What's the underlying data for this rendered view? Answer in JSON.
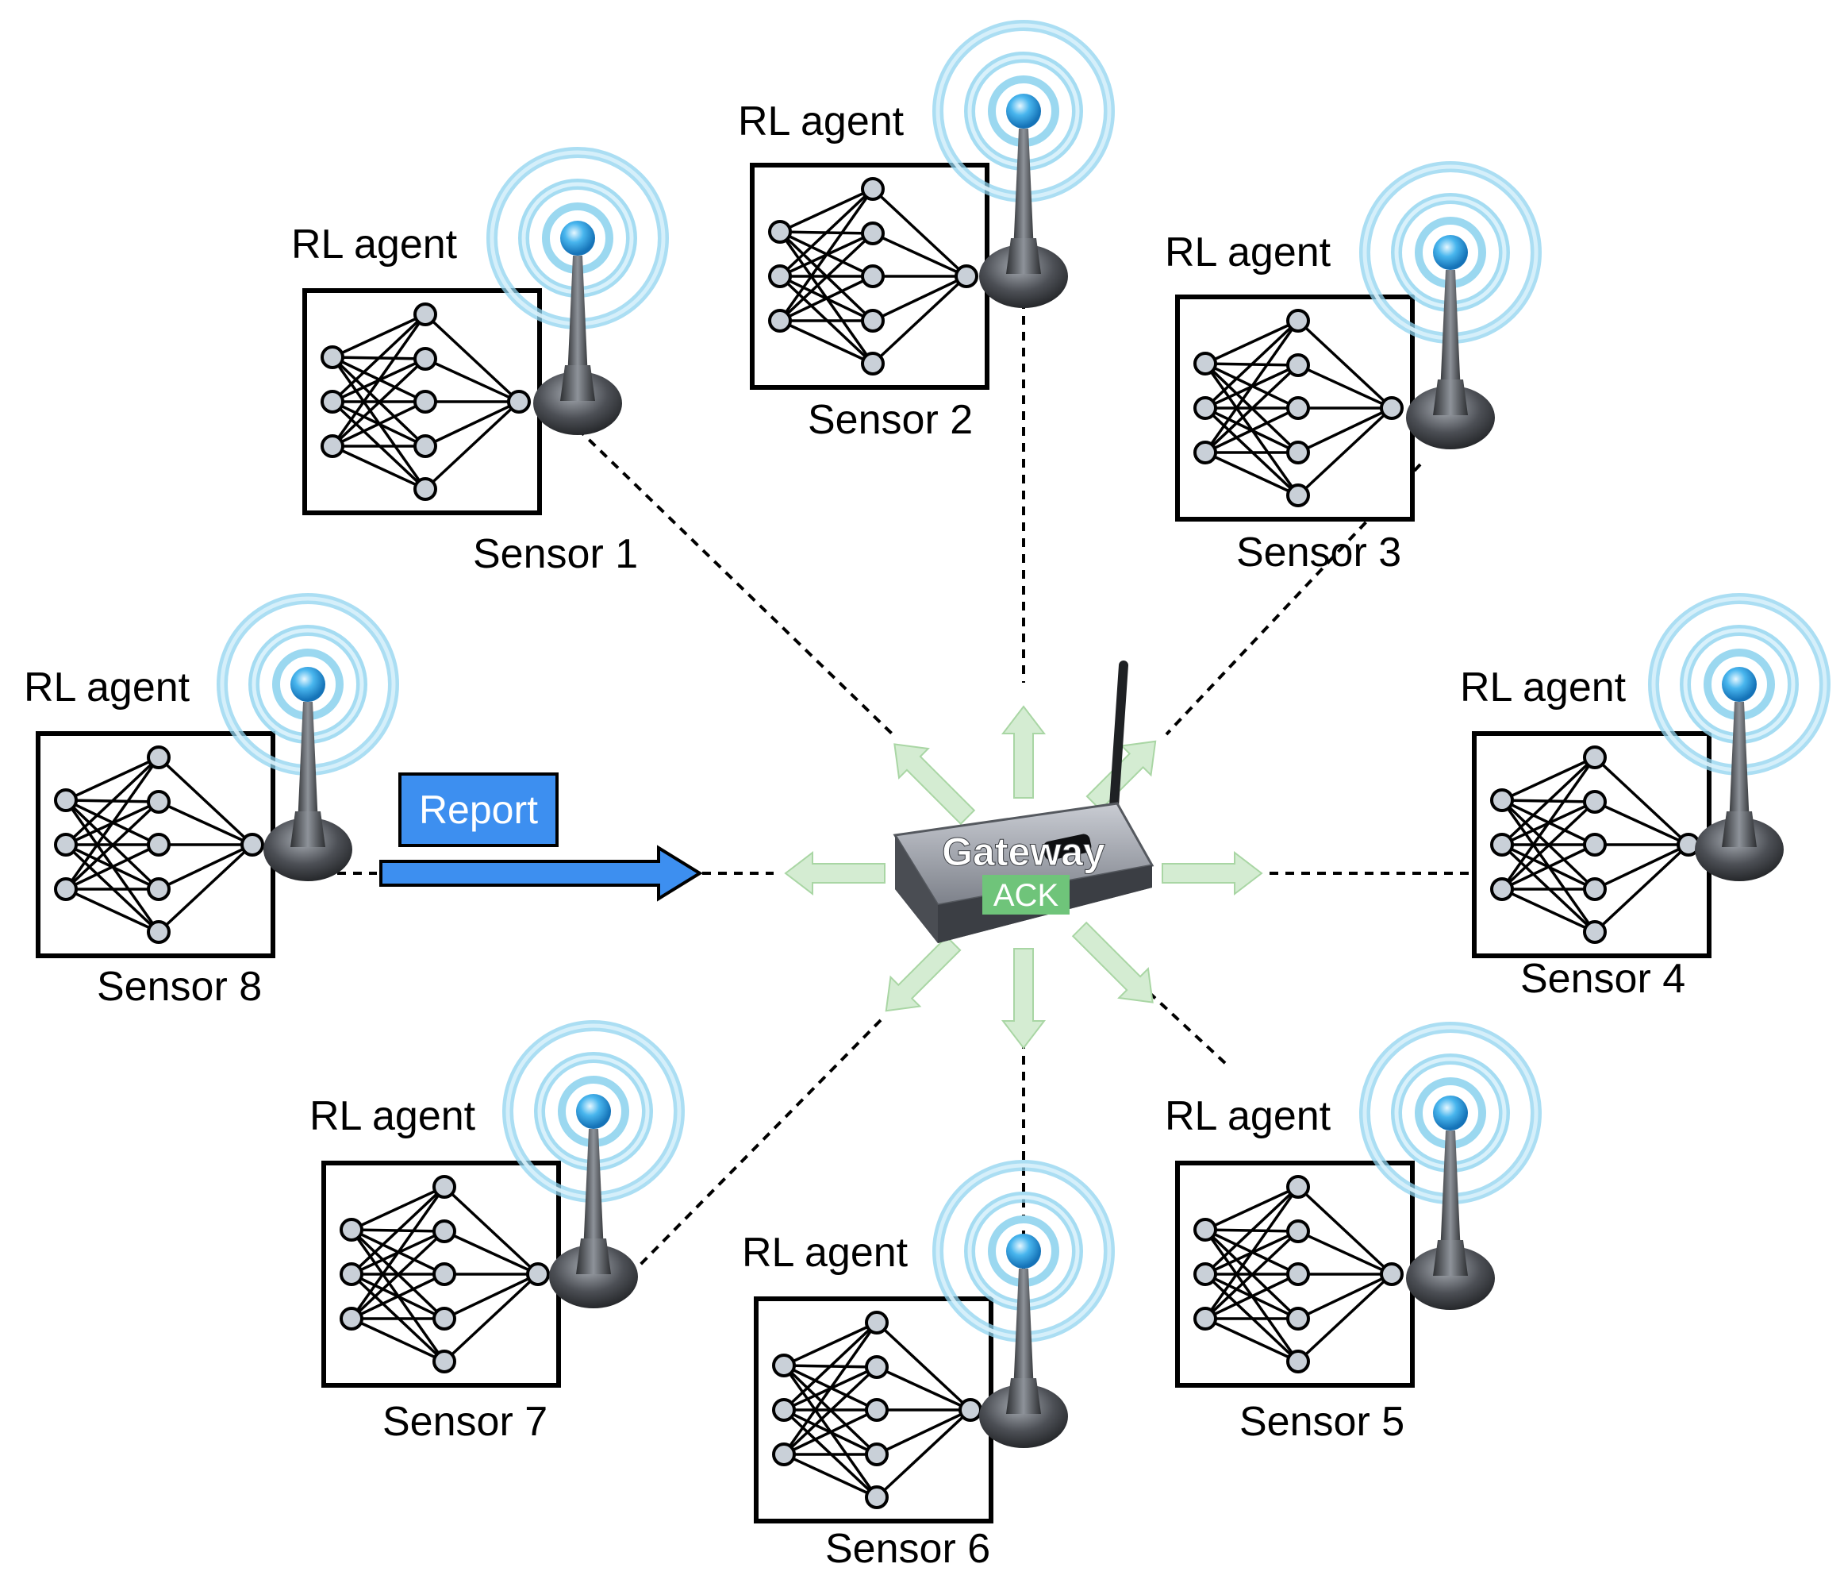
{
  "agent_label": "RL agent",
  "sensors": [
    {
      "label": "Sensor 1",
      "agent_label": "RL agent"
    },
    {
      "label": "Sensor 2",
      "agent_label": "RL agent"
    },
    {
      "label": "Sensor 3",
      "agent_label": "RL agent"
    },
    {
      "label": "Sensor 4",
      "agent_label": "RL agent"
    },
    {
      "label": "Sensor 5",
      "agent_label": "RL agent"
    },
    {
      "label": "Sensor 6",
      "agent_label": "RL agent"
    },
    {
      "label": "Sensor 7",
      "agent_label": "RL agent"
    },
    {
      "label": "Sensor 8",
      "agent_label": "RL agent"
    }
  ],
  "gateway": {
    "label": "Gateway",
    "ack_label": "ACK"
  },
  "report": {
    "label": "Report"
  },
  "colors": {
    "report_box": "#3d8ff0",
    "report_arrow": "#3d8ff0",
    "ack_arrow": "#d4ecd2",
    "ack_badge": "#6fc47a",
    "antenna_ring": "#8fd3ef",
    "gateway_body": "#6b6f78"
  },
  "icons": {
    "antenna": "antenna-icon",
    "gateway": "router-icon",
    "network": "neural-network-icon"
  }
}
